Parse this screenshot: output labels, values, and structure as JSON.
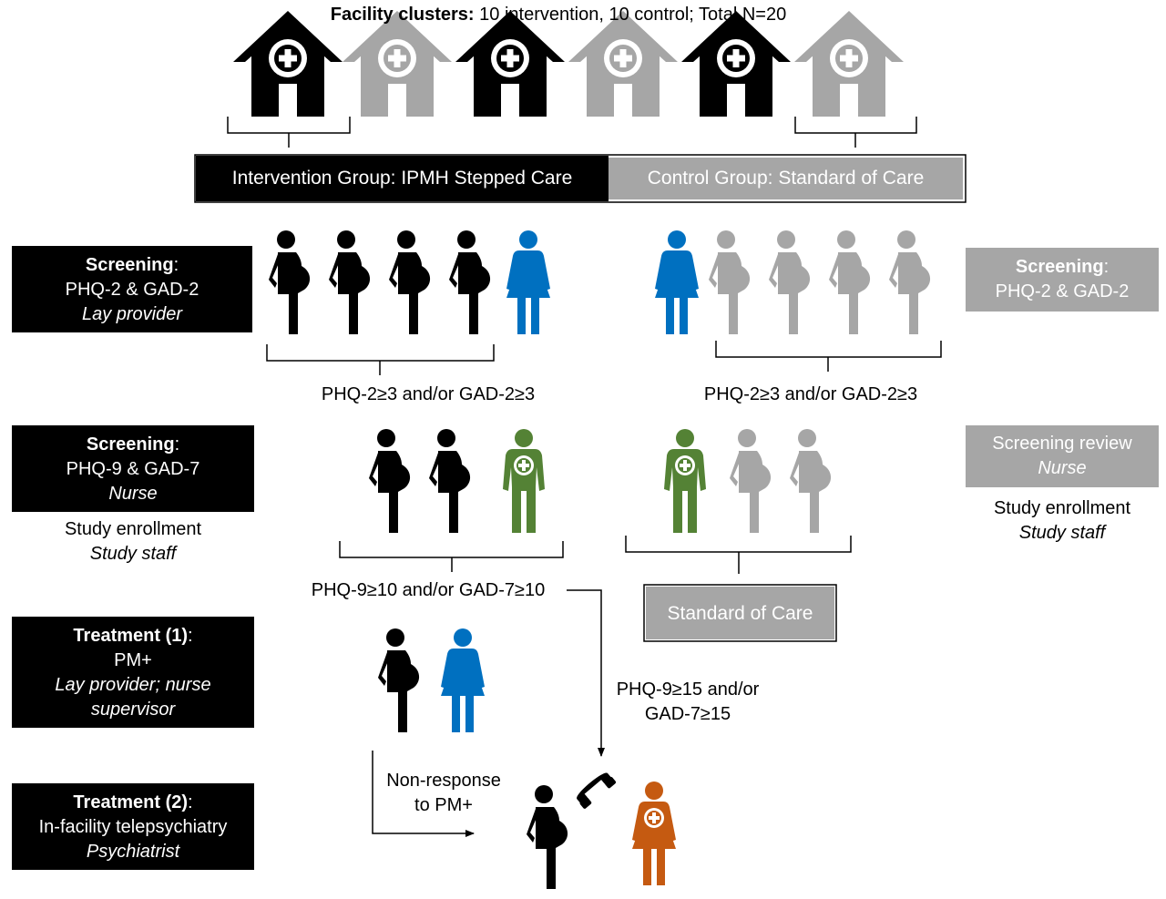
{
  "header": {
    "prefix": "Facility clusters:",
    "rest": " 10 intervention, 10 control; Total N=20"
  },
  "groups": {
    "intervention": "Intervention Group: IPMH Stepped Care",
    "control": "Control Group: Standard of Care"
  },
  "labels": {
    "screen1": {
      "title": "Screening",
      "colon": ":",
      "tools": "PHQ-2 & GAD-2",
      "who": "Lay provider"
    },
    "screen1_ctrl": {
      "title": "Screening",
      "colon": ":",
      "tools": "PHQ-2 & GAD-2"
    },
    "screen2": {
      "title": "Screening",
      "colon": ":",
      "tools": "PHQ-9 & GAD-7",
      "who": "Nurse"
    },
    "review_ctrl": {
      "title": "Screening review",
      "who": "Nurse"
    },
    "enroll_left": {
      "title": "Study enrollment",
      "who": "Study staff"
    },
    "enroll_right": {
      "title": "Study enrollment",
      "who": "Study staff"
    },
    "treat1": {
      "title": "Treatment (1)",
      "colon": ":",
      "what": "PM+",
      "who1": "Lay provider; nurse",
      "who2": "supervisor"
    },
    "treat2": {
      "title": "Treatment (2)",
      "colon": ":",
      "what": "In-facility telepsychiatry",
      "who": "Psychiatrist"
    }
  },
  "thresholds": {
    "phq2_left": "PHQ-2≥3 and/or GAD-2≥3",
    "phq2_right": "PHQ-2≥3 and/or GAD-2≥3",
    "phq9": "PHQ-9≥10 and/or GAD-7≥10",
    "phq15_line1": "PHQ-9≥15 and/or",
    "phq15_line2": "GAD-7≥15",
    "nonresp_line1": "Non-response",
    "nonresp_line2": "to PM+"
  },
  "standard_of_care": "Standard of Care",
  "colors": {
    "black": "#000000",
    "gray": "#a6a6a6",
    "blue": "#0070c0",
    "green": "#548235",
    "orange": "#c55a11"
  }
}
